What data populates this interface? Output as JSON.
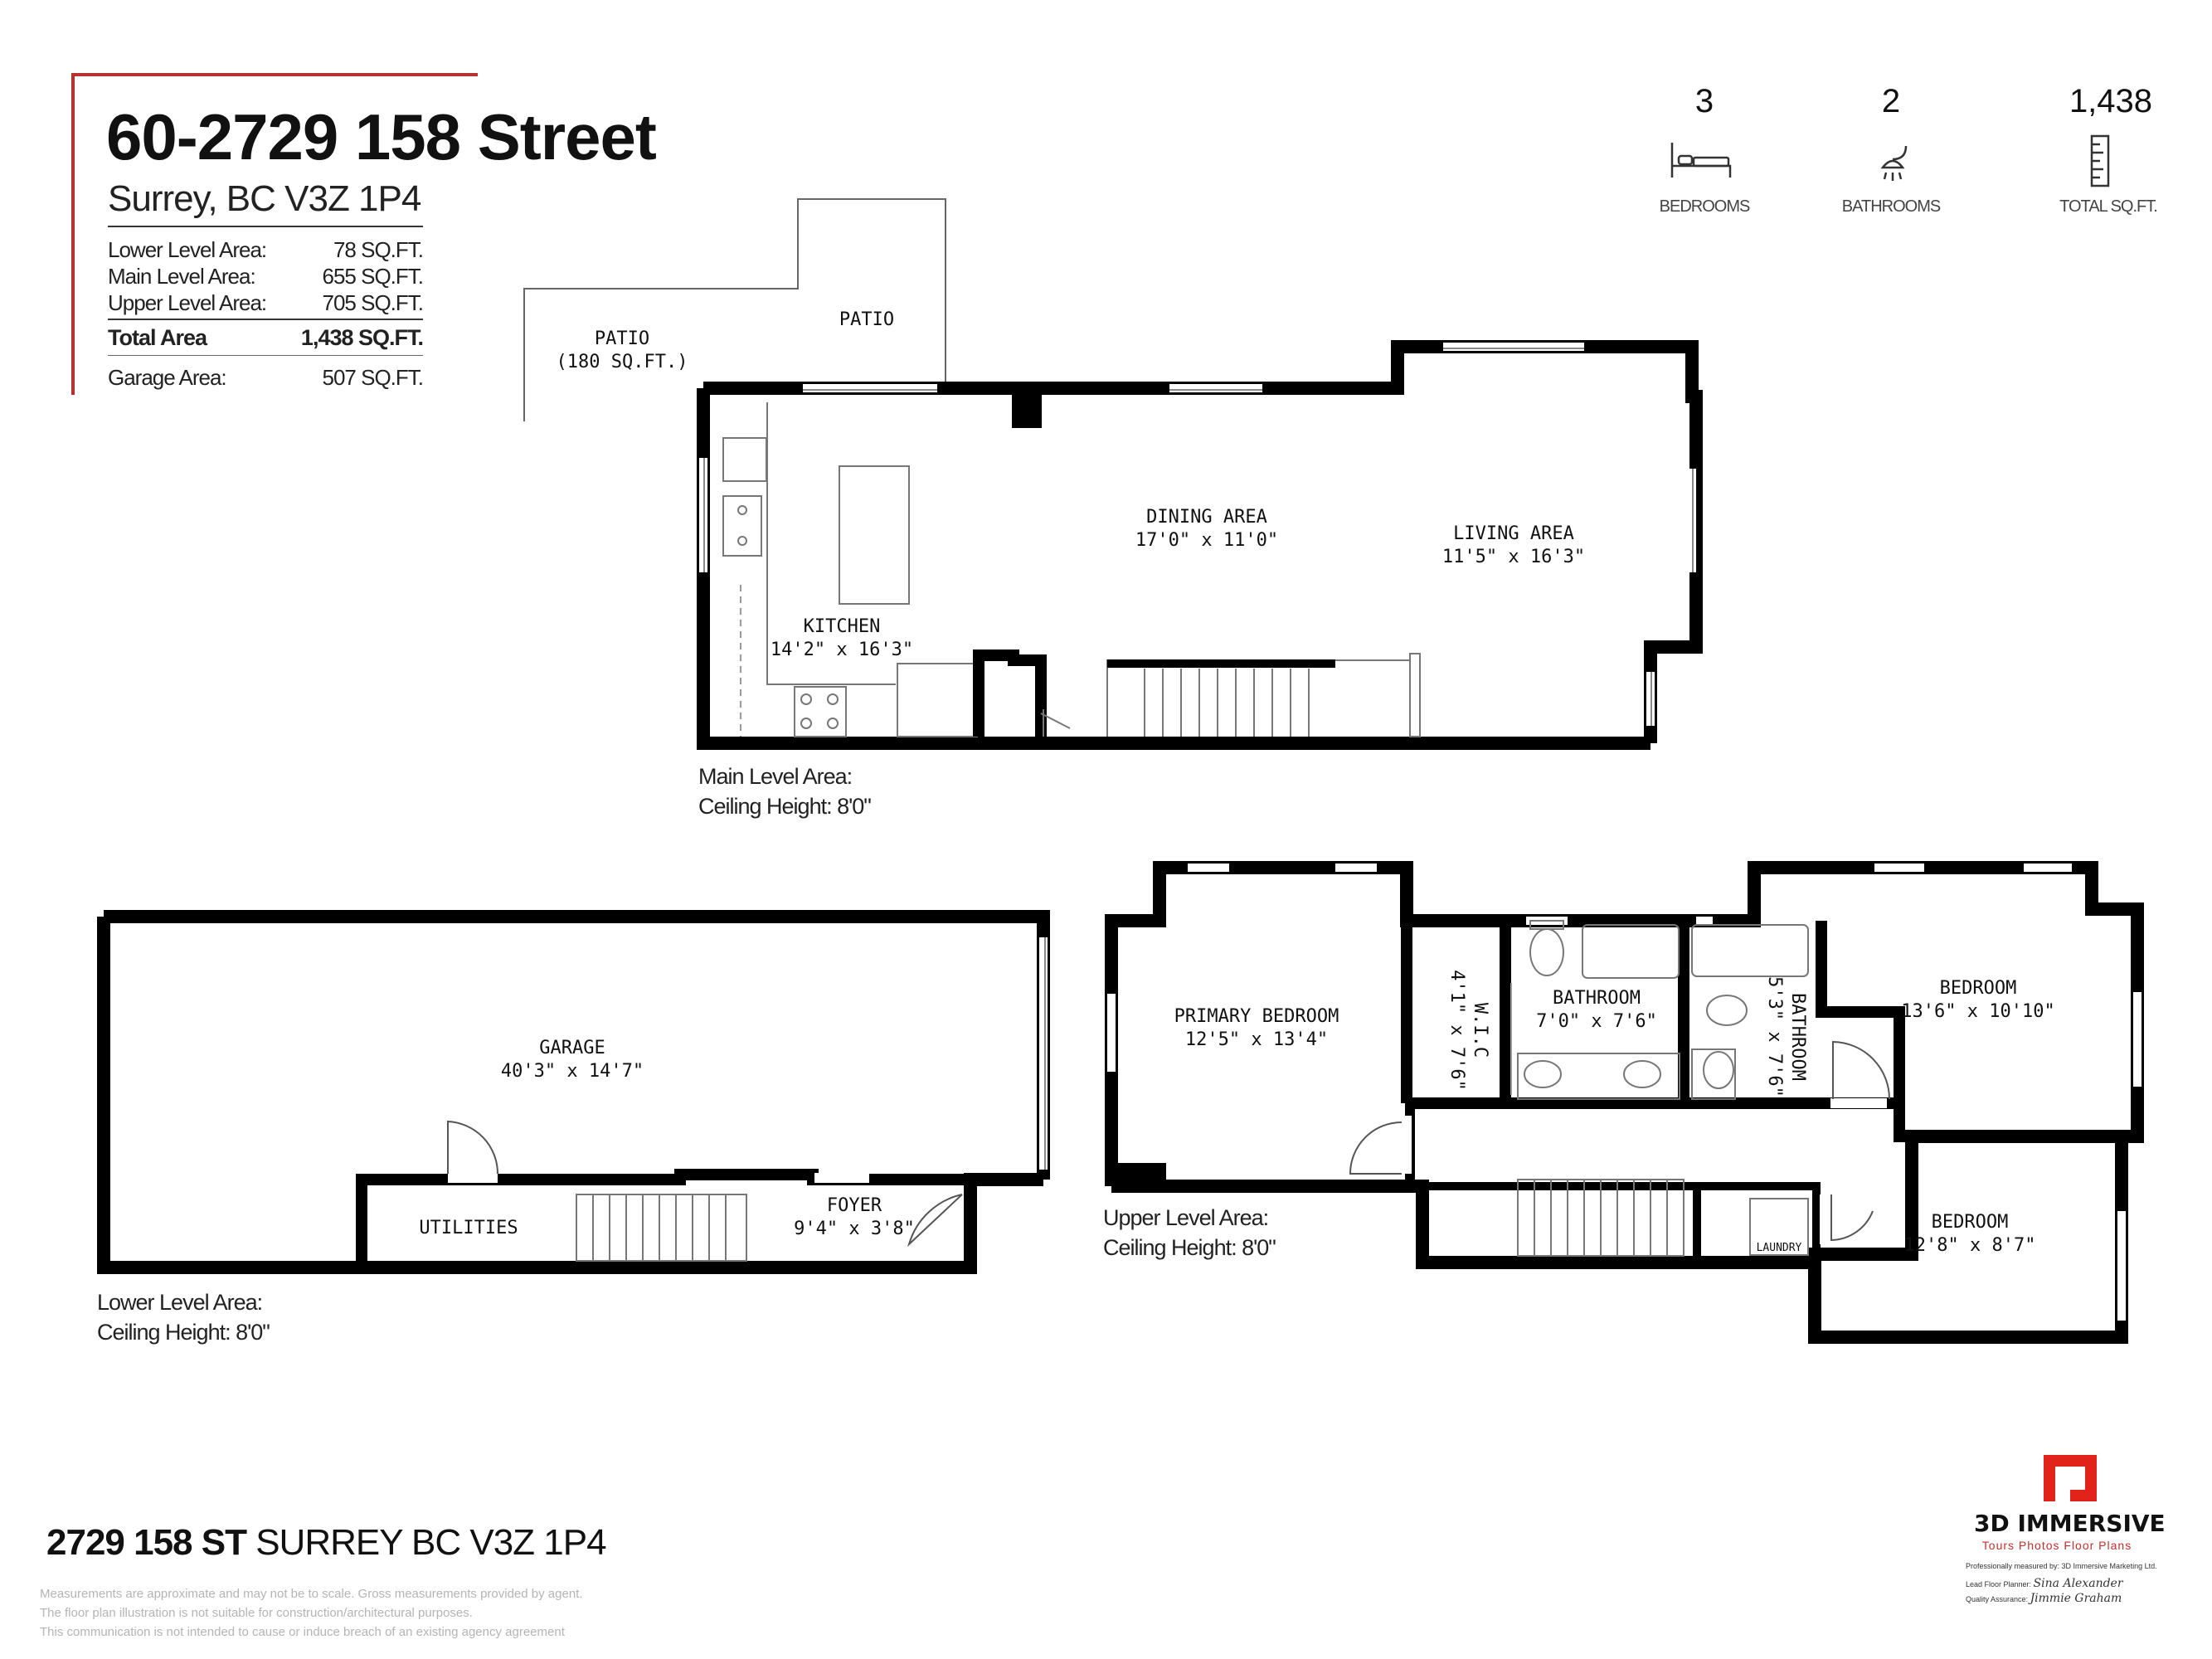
{
  "header": {
    "title": "60-2729 158 Street",
    "subtitle": "Surrey, BC V3Z 1P4"
  },
  "areas": {
    "lower": {
      "label": "Lower Level Area:",
      "value": "78 SQ.FT."
    },
    "main": {
      "label": "Main Level Area:",
      "value": "655 SQ.FT."
    },
    "upper": {
      "label": "Upper Level Area:",
      "value": "705 SQ.FT."
    },
    "total": {
      "label": "Total Area",
      "value": "1,438 SQ.FT."
    },
    "garage": {
      "label": "Garage Area:",
      "value": "507 SQ.FT."
    }
  },
  "stats": {
    "bedrooms": {
      "value": "3",
      "label": "BEDROOMS",
      "icon": "bed-icon"
    },
    "bathrooms": {
      "value": "2",
      "label": "BATHROOMS",
      "icon": "shower-icon"
    },
    "sqft": {
      "value": "1,438",
      "label": "TOTAL SQ.FT.",
      "icon": "ruler-icon"
    }
  },
  "rooms": {
    "patio_main": {
      "name": "PATIO",
      "dims": "(180 SQ.FT.)"
    },
    "patio_upper": {
      "name": "PATIO"
    },
    "dining": {
      "name": "DINING AREA",
      "dims": "17'0\" x 11'0\""
    },
    "living": {
      "name": "LIVING AREA",
      "dims": "11'5\" x 16'3\""
    },
    "kitchen": {
      "name": "KITCHEN",
      "dims": "14'2\" x 16'3\""
    },
    "garage": {
      "name": "GARAGE",
      "dims": "40'3\" x 14'7\""
    },
    "utilities": {
      "name": "UTILITIES"
    },
    "foyer": {
      "name": "FOYER",
      "dims": "9'4\" x 3'8\""
    },
    "primary_bedroom": {
      "name": "PRIMARY BEDROOM",
      "dims": "12'5\" x 13'4\""
    },
    "wic": {
      "name": "W.I.C",
      "dims": "4'1\" x 7'6\""
    },
    "bathroom1": {
      "name": "BATHROOM",
      "dims": "7'0\" x 7'6\""
    },
    "bathroom2": {
      "name": "BATHROOM",
      "dims": "5'3\" x 7'6\""
    },
    "bedroom2": {
      "name": "BEDROOM",
      "dims": "13'6\" x 10'10\""
    },
    "bedroom3": {
      "name": "BEDROOM",
      "dims": "12'8\" x 8'7\""
    },
    "laundry": {
      "name": "LAUNDRY"
    }
  },
  "levels": {
    "main": {
      "line1": "Main Level Area:",
      "line2": "Ceiling Height: 8'0\""
    },
    "lower": {
      "line1": "Lower Level Area:",
      "line2": "Ceiling Height: 8'0\""
    },
    "upper": {
      "line1": "Upper Level Area:",
      "line2": "Ceiling Height: 8'0\""
    }
  },
  "footer": {
    "address_bold": "2729 158 ST",
    "address_rest": " SURREY BC  V3Z 1P4",
    "disclaimer": [
      "Measurements are approximate and may not be to scale. Gross measurements provided by agent.",
      "The floor plan illustration is not suitable for construction/architectural purposes.",
      "This communication is not intended to cause or induce breach of an existing agency agreement"
    ]
  },
  "brand": {
    "name": "3D IMMERSIVE",
    "tagline": "Tours  Photos  Floor Plans",
    "measured_by": "Professionally measured by: 3D Immersive Marketing Ltd.",
    "planner_label": "Lead Floor Planner:",
    "planner_sig": "Sina Alexander",
    "qa_label": "Quality Assurance:",
    "qa_sig": "Jimmie Graham",
    "accent": "#e2231a"
  },
  "colors": {
    "title_rule": "#b8312f",
    "wall": "#000000"
  }
}
